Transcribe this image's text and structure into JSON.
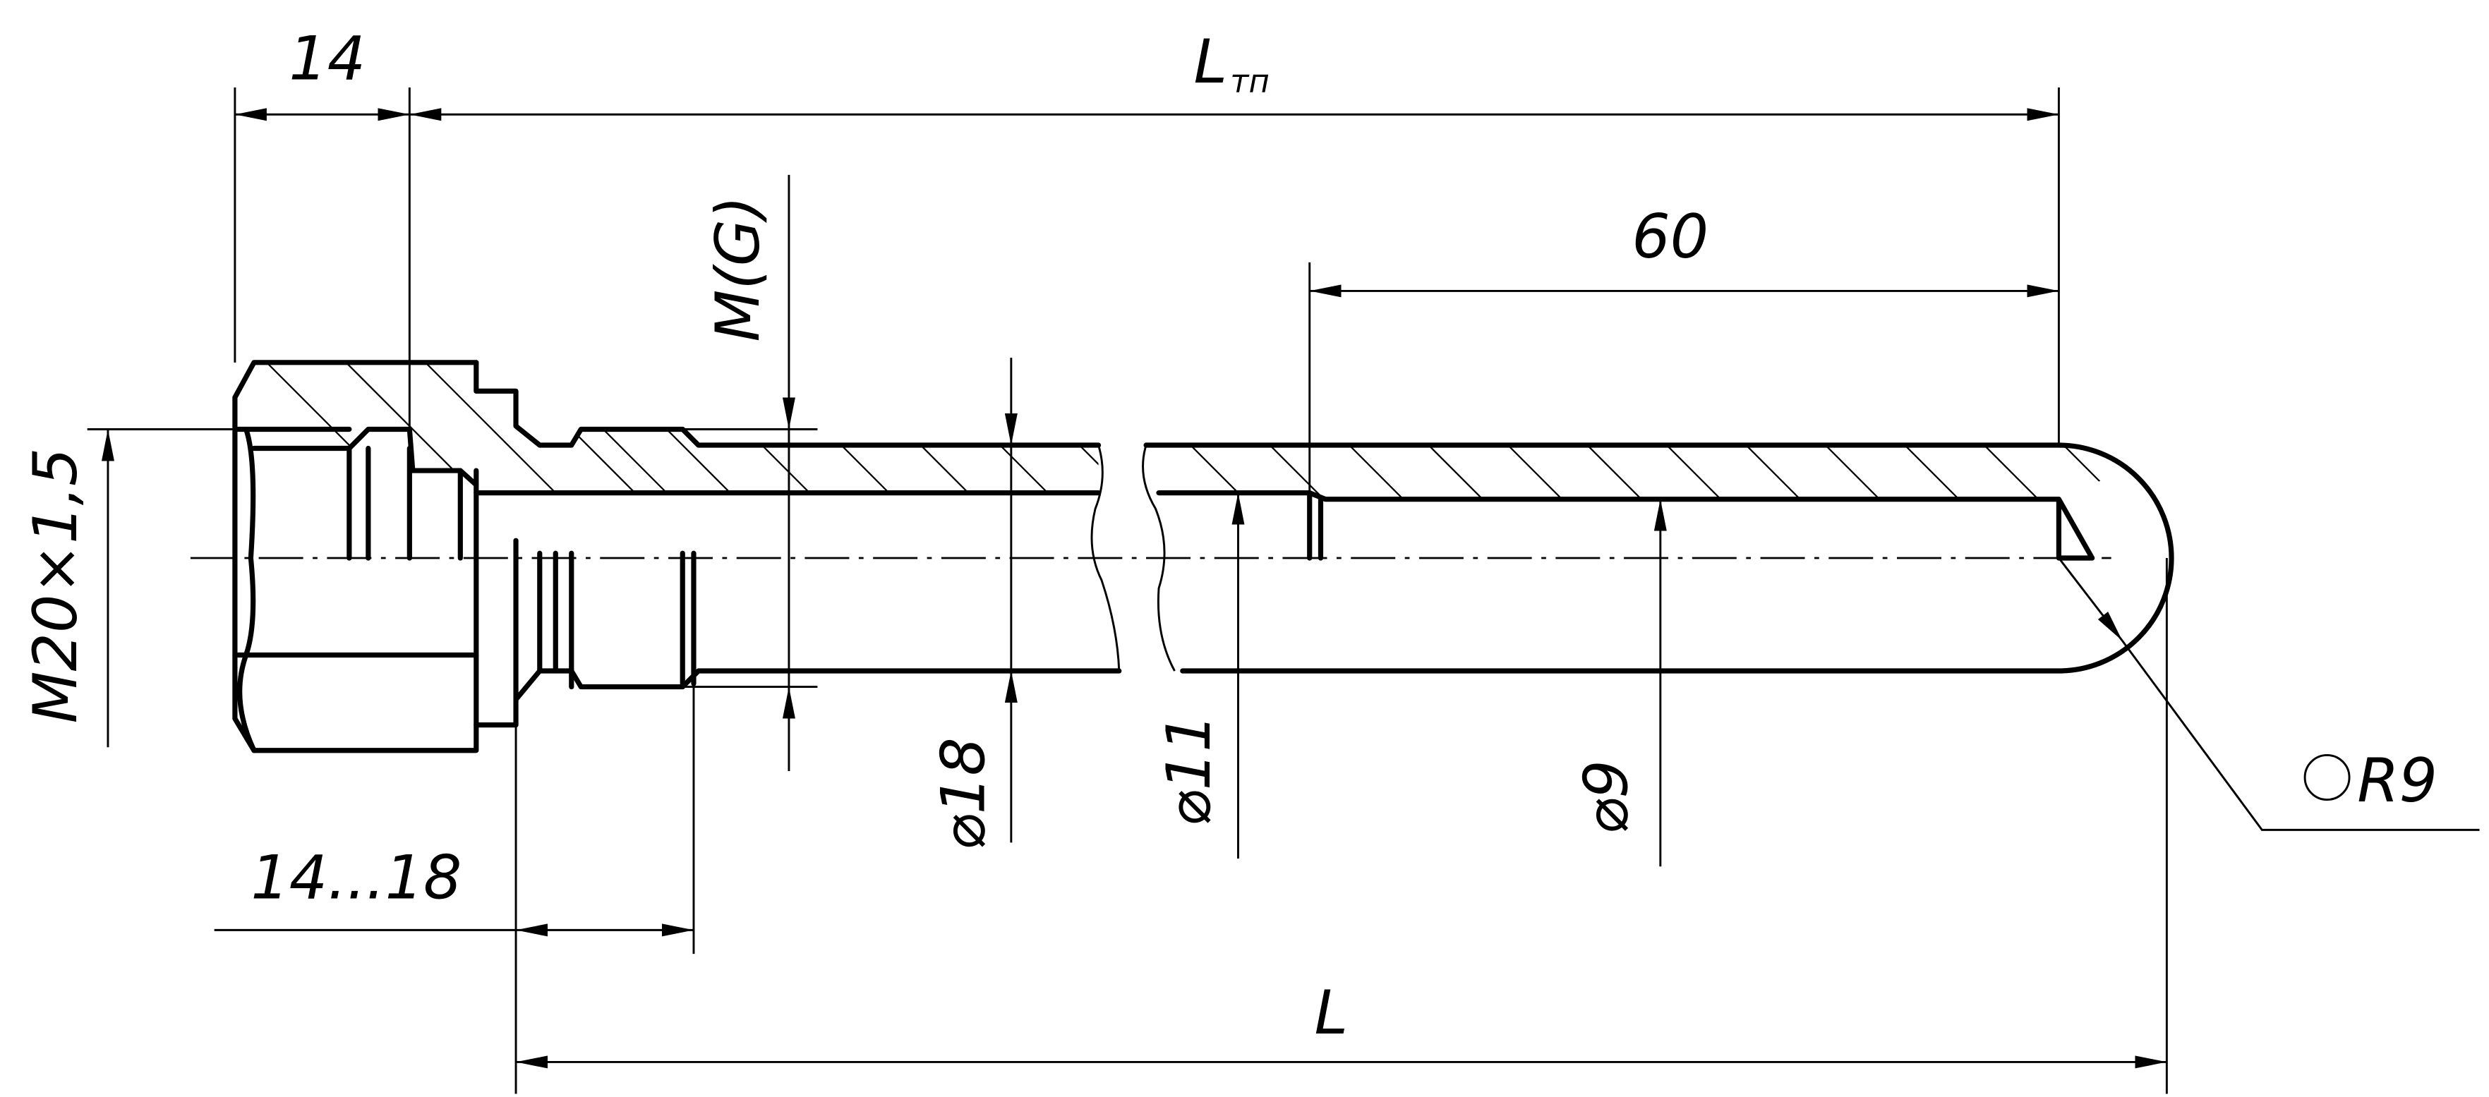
{
  "drawing": {
    "dimensions": {
      "length_tp_main": "L",
      "length_tp_sub": "тп",
      "head_width": "14",
      "tip_length": "60",
      "thread_mount": "M(G)",
      "nut_thread": "M20×1,5",
      "outer_diameter": "⌀18",
      "tube_diameter": "⌀11",
      "bore_diameter": "⌀9",
      "thread_length": "14...18",
      "length": "L",
      "tip_radius": "R9"
    }
  }
}
